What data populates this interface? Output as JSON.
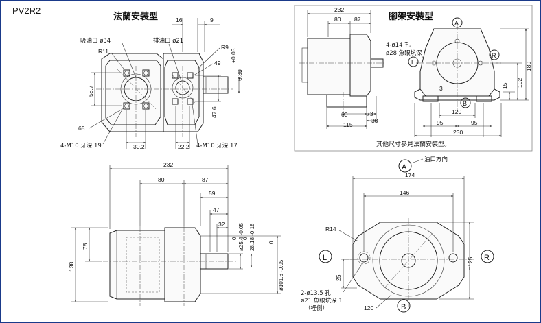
{
  "model": "PV2R2",
  "titles": {
    "flange": "法蘭安裝型",
    "foot": "腳架安裝型",
    "note": "其他尺寸參見法蘭安裝型。",
    "oil_direction": "油口方向"
  },
  "view1": {
    "suction": "吸油口 ø34",
    "discharge": "排油口 ø21",
    "r11": "R11",
    "r9": "R9",
    "d16": "16",
    "d9": "9",
    "d49": "49",
    "d587": "58.7",
    "d476": "47.6",
    "d65": "65",
    "d302": "30.2",
    "d222": "22.2",
    "tap19": "4-M10 牙深 19",
    "tap17": "4-M10 牙深 17",
    "tol_top": "+0.03",
    "tol_zero": "0",
    "tol_635": "6.35"
  },
  "view2": {
    "d232": "232",
    "d80": "80",
    "d87": "87",
    "hole14": "4-ø14 孔",
    "cbore28": "ø28 魚眼坑深 1",
    "d60": "60",
    "d73": "73",
    "d38": "38",
    "d115": "115",
    "d3": "3",
    "d120": "120",
    "d95a": "95",
    "d95b": "95",
    "d230": "230",
    "d15": "15",
    "d102": "102",
    "d189": "189",
    "mark_a": "A",
    "mark_l": "L",
    "mark_r": "R",
    "mark_b": "B"
  },
  "view3": {
    "d232": "232",
    "d80": "80",
    "d87": "87",
    "d59": "59",
    "d47": "47",
    "d32": "32",
    "d78": "78",
    "d138": "138",
    "shaft": "ø25.4 -0.05",
    "shaft_tol": "0",
    "key": "28.18 -0.18",
    "key_tol": "0",
    "pilot": "ø101.6 -0.05",
    "pilot_tol": "0"
  },
  "view4": {
    "mark_a": "A",
    "mark_b": "B",
    "mark_l": "L",
    "mark_r": "R",
    "d174": "174",
    "d146": "146",
    "r14": "R14",
    "sq125": "□125",
    "d25": "25",
    "d120": "120",
    "holes": "2-ø13.5 孔",
    "cbore": "ø21 魚眼坑深 1",
    "side": "（裡側）"
  }
}
